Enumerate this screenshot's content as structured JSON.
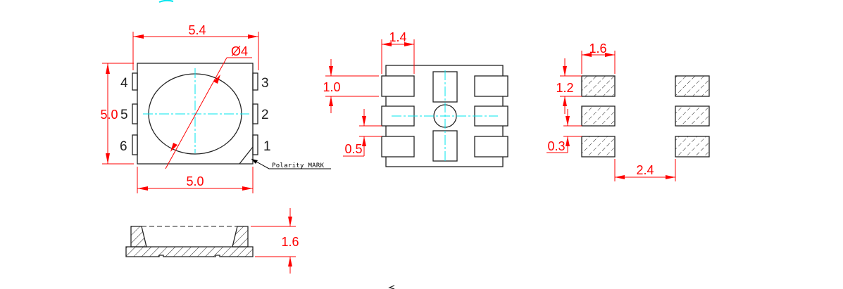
{
  "colors": {
    "outline": "#222222",
    "dimension": "#ff0000",
    "centerline": "#00e5ee"
  },
  "top_view": {
    "width_overall": "5.4",
    "height": "5.0",
    "width_body": "5.0",
    "lens_diameter": "Ø4",
    "polarity_label": "Polarity MARK",
    "pins": [
      "1",
      "2",
      "3",
      "4",
      "5",
      "6"
    ]
  },
  "bottom_view": {
    "pad_width": "1.4",
    "pad_height": "1.0",
    "pad_gap": "0.5"
  },
  "footprint": {
    "pad_width": "1.6",
    "pad_height": "1.2",
    "pad_gap": "0.3",
    "column_spacing": "2.4"
  },
  "side_view": {
    "height": "1.6"
  }
}
